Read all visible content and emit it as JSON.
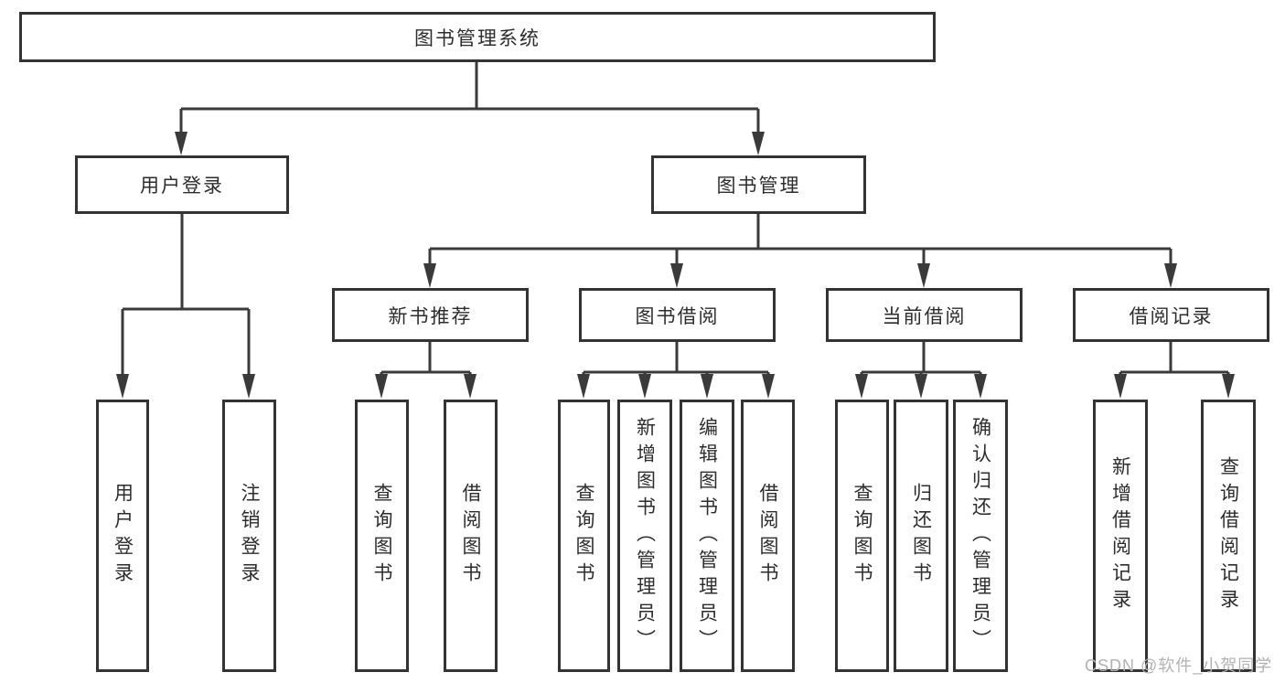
{
  "diagram": {
    "root": {
      "label": "图书管理系统"
    },
    "level2": {
      "user_login": {
        "label": "用户登录"
      },
      "book_management": {
        "label": "图书管理"
      }
    },
    "level3": {
      "new_books": {
        "label": "新书推荐"
      },
      "book_borrow": {
        "label": "图书借阅"
      },
      "current_borrow": {
        "label": "当前借阅"
      },
      "borrow_records": {
        "label": "借阅记录"
      }
    },
    "leaves": {
      "user_login": [
        {
          "label": "用户登录"
        },
        {
          "label": "注销登录"
        }
      ],
      "new_books": [
        {
          "label": "查询图书"
        },
        {
          "label": "借阅图书"
        }
      ],
      "book_borrow": [
        {
          "label": "查询图书"
        },
        {
          "label": "新增图书（管理员）"
        },
        {
          "label": "编辑图书（管理员）"
        },
        {
          "label": "借阅图书"
        }
      ],
      "current_borrow": [
        {
          "label": "查询图书"
        },
        {
          "label": "归还图书"
        },
        {
          "label": "确认归还（管理员）"
        }
      ],
      "borrow_records": [
        {
          "label": "新增借阅记录"
        },
        {
          "label": "查询借阅记录"
        }
      ]
    }
  },
  "watermark": {
    "text": "CSDN @软件_小贺同学"
  },
  "colors": {
    "line": "#3a3a3a",
    "border": "#333333",
    "text": "#2d2d2d",
    "watermark": "#b2b2b2",
    "background": "#ffffff"
  }
}
